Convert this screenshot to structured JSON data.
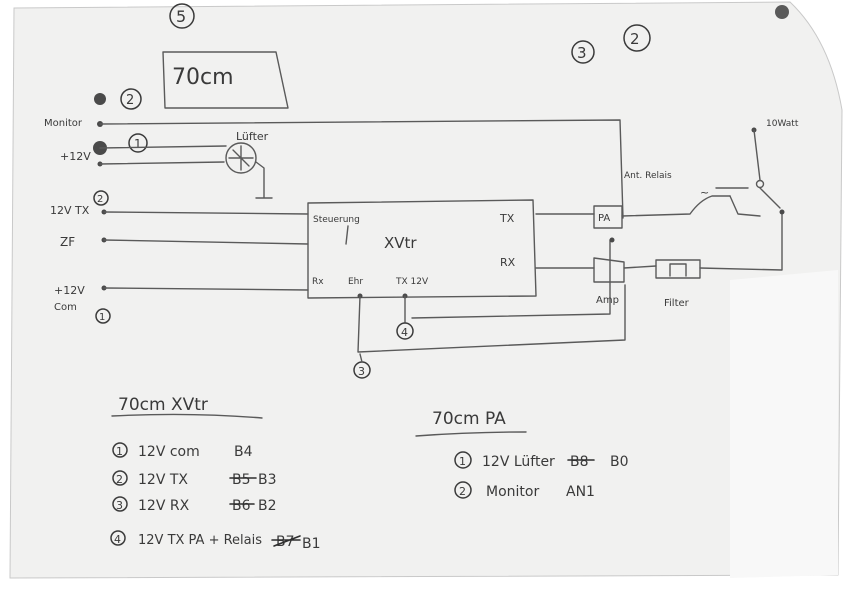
{
  "diagram": {
    "page_marks": [
      "5",
      "3",
      "2"
    ],
    "band_label": "70cm",
    "left_terminals": {
      "monitor": "Monitor",
      "v12a": "+12V",
      "v12tx": "12V TX",
      "zf": "ZF",
      "v12b": "+12V",
      "com": "Com"
    },
    "terminal_numbers": [
      "2",
      "1",
      "2",
      "1"
    ],
    "fan_label": "Lüfter",
    "xvtr": {
      "title": "XVtr",
      "steuerung": "Steuerung",
      "tx": "TX",
      "rx": "RX",
      "rx_pin": "Rx",
      "ehr": "Ehr",
      "tx12v": "TX 12V"
    },
    "relay_labels": {
      "antenna_relay": "Ant. Relais",
      "pa": "PA",
      "amp": "Amp",
      "filter": "Filter",
      "watt": "10Watt"
    },
    "loop_numbers": [
      "4",
      "3"
    ]
  },
  "legend_xvtr": {
    "title": "70cm XVtr",
    "rows": [
      {
        "num": "1",
        "label": "12V com",
        "code": "B4"
      },
      {
        "num": "2",
        "label": "12V TX",
        "code_struck": "B5",
        "code": "B3"
      },
      {
        "num": "3",
        "label": "12V RX",
        "code_struck": "B6",
        "code": "B2"
      },
      {
        "num": "4",
        "label": "12V TX PA + Relais",
        "code_struck": "B7",
        "code": "B1"
      }
    ]
  },
  "legend_pa": {
    "title": "70cm PA",
    "rows": [
      {
        "num": "1",
        "label": "12V Lüfter",
        "code_struck": "B8",
        "code": "B0"
      },
      {
        "num": "2",
        "label": "Monitor",
        "code": "AN1"
      }
    ]
  }
}
